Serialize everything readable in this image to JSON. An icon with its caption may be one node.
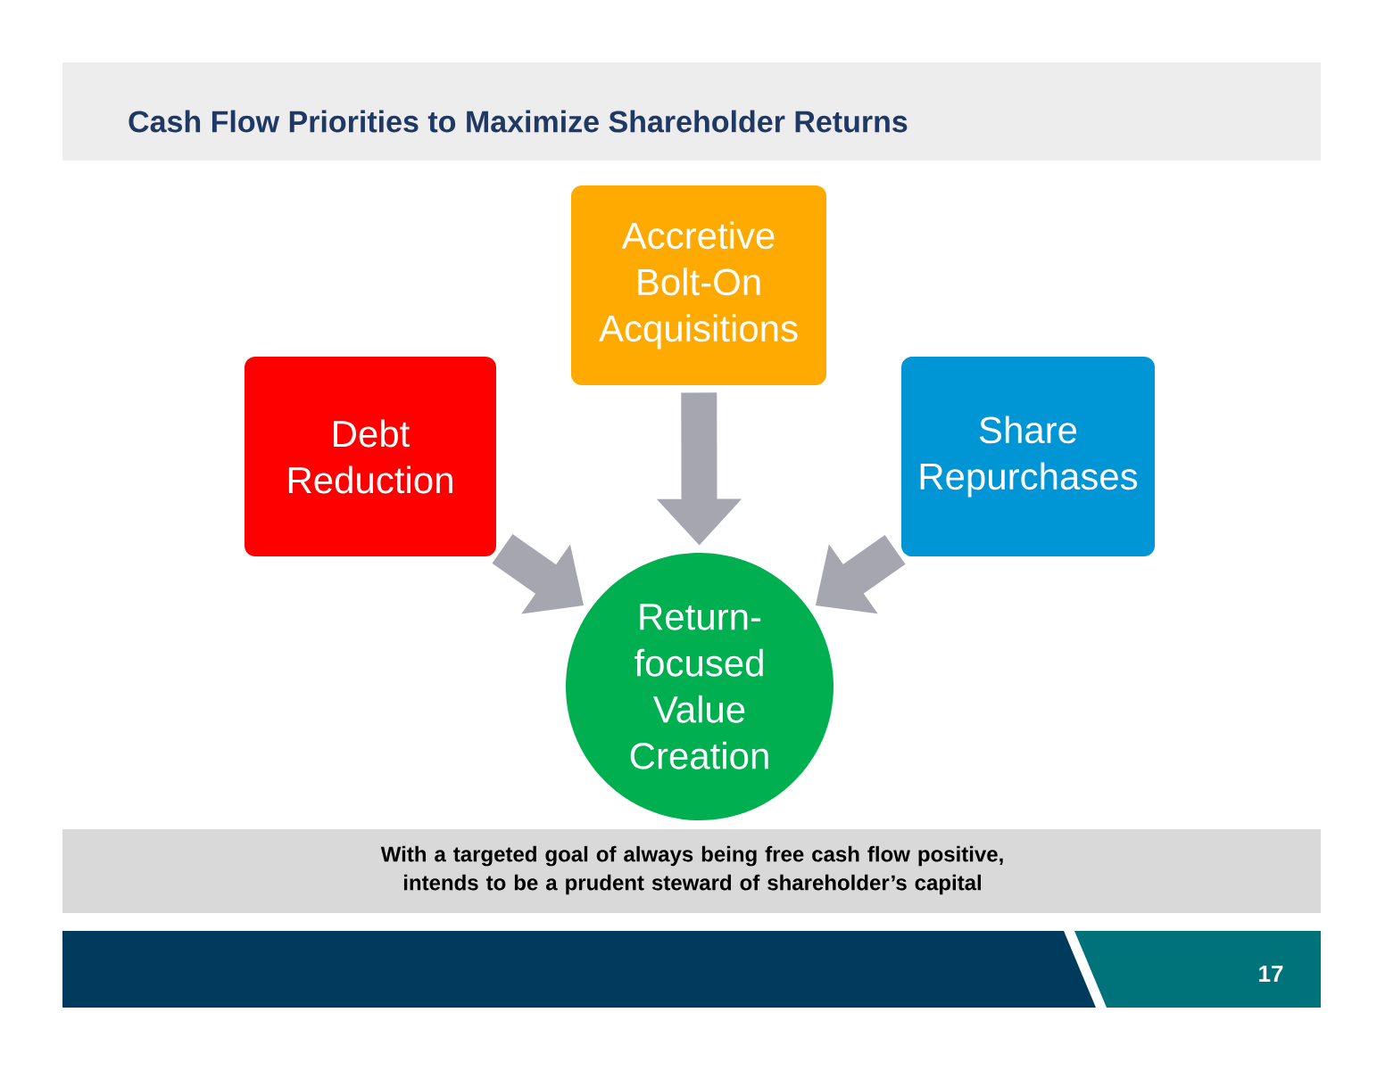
{
  "diagram": {
    "title": "Cash Flow Priorities to Maximize Shareholder Returns",
    "caption": "With a targeted goal of always being free cash flow positive, intends to be a prudent steward of shareholder’s capital",
    "nodes": [
      {
        "text": [
          "Debt Reduction"
        ]
      },
      {
        "text": [
          "Accretive Bolt-On Acquisitions"
        ]
      },
      {
        "text": [
          "Share Repurchases"
        ]
      },
      {
        "text": [
          "Return-focused Value Creation"
        ]
      }
    ],
    "edges": [
      {
        "from": 0,
        "to": 3,
        "arrow": "to"
      },
      {
        "from": 1,
        "to": 3,
        "arrow": "to"
      },
      {
        "from": 2,
        "to": 3,
        "arrow": "to"
      }
    ],
    "labels": [
      "17"
    ]
  }
}
